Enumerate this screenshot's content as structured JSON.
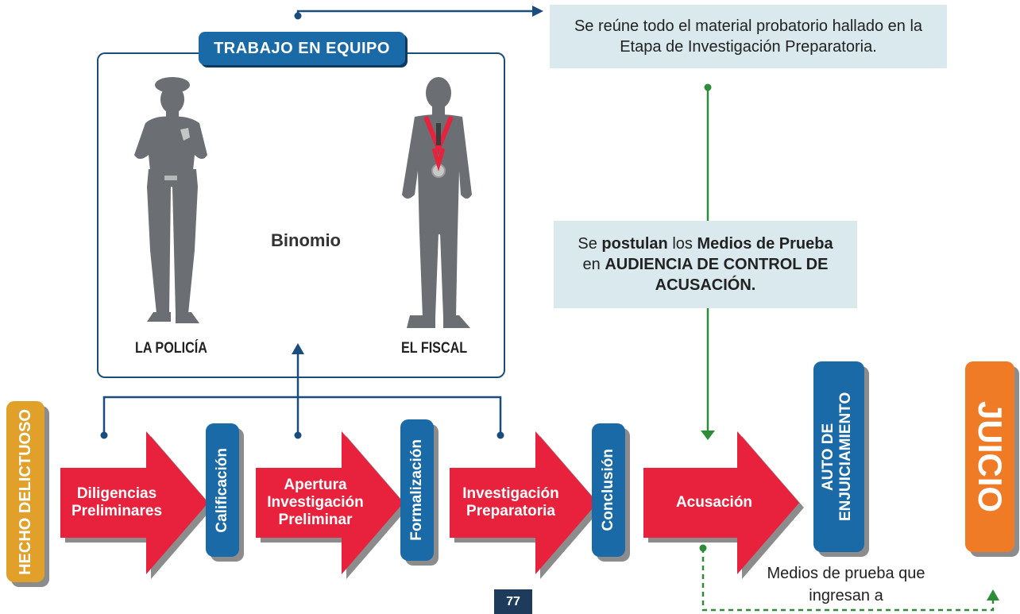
{
  "team": {
    "title": "TRABAJO EN EQUIPO",
    "left_label": "LA POLICÍA",
    "right_label": "EL FISCAL",
    "center_label": "Binomio"
  },
  "info_top": "Se reúne todo el material probatorio hallado en la Etapa de Investigación Preparatoria.",
  "info_mid": {
    "p1": "Se ",
    "b1": "postulan",
    "p2": " los ",
    "b2": "Medios de Prueba",
    "p3": " en ",
    "b3": "AUDIENCIA DE CONTROL DE ACUSACIÓN."
  },
  "flow": {
    "start": "HECHO DELICTUOSO",
    "arrow1": "Diligencias Preliminares",
    "step1": "Calificación",
    "arrow2": "Apertura Investigación Preliminar",
    "step2": "Formalización",
    "arrow3": "Investigación Preparatoria",
    "step3": "Conclusión",
    "arrow4": "Acusación",
    "step4": "AUTO DE ENJUICIAMIENTO",
    "end": "JUICIO"
  },
  "note": "Medios de prueba que ingresan a",
  "page_number": "77",
  "colors": {
    "blue": "#1a6aa8",
    "red": "#e8223c",
    "gold": "#e0a02a",
    "orange": "#f07b27",
    "green": "#2e8b3a",
    "info_bg": "#d9e9ee"
  }
}
